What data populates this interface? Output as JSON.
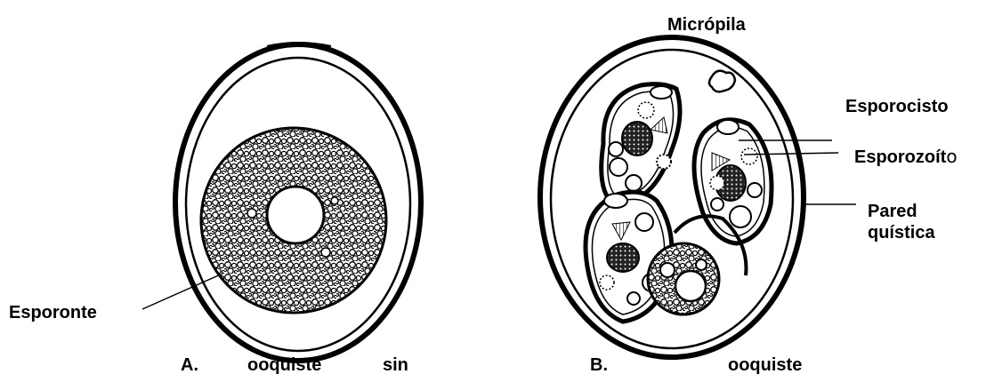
{
  "labels": {
    "micropila": "Micrópila",
    "esporocisto": "Esporocisto",
    "esporozoito": "Esporozoít",
    "esporozoito_end": "o",
    "pared_line1": "Pared",
    "pared_line2": "quística",
    "esporonte": "Esporonte"
  },
  "captions": {
    "a_letter": "A.",
    "a_word1": "ooquiste",
    "a_word2": "sin",
    "b_letter": "B.",
    "b_word1": "ooquiste"
  },
  "colors": {
    "ink": "#000000",
    "background": "#ffffff"
  }
}
